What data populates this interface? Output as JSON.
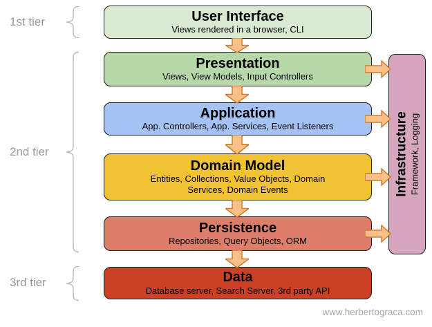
{
  "tiers": [
    {
      "label": "1st tier"
    },
    {
      "label": "2nd tier"
    },
    {
      "label": "3rd tier"
    }
  ],
  "layers": [
    {
      "title": "User Interface",
      "subtitle": "Views rendered in a browser, CLI",
      "fill": "#d9ead3"
    },
    {
      "title": "Presentation",
      "subtitle": "Views, View Models, Input Controllers",
      "fill": "#b6d7a8"
    },
    {
      "title": "Application",
      "subtitle": "App. Controllers, App. Services, Event Listeners",
      "fill": "#a4c2f4"
    },
    {
      "title": "Domain Model",
      "subtitle": "Entities, Collections, Value Objects, Domain Services, Domain Events",
      "fill": "#f1c232"
    },
    {
      "title": "Persistence",
      "subtitle": "Repositories, Query Objects, ORM",
      "fill": "#dd7e6b"
    },
    {
      "title": "Data",
      "subtitle": "Database server, Search Server, 3rd party API",
      "fill": "#cc4125"
    }
  ],
  "infrastructure": {
    "title": "Infrastructure",
    "subtitle": "Framework, Logging",
    "fill": "#d5a6bd"
  },
  "watermark": {
    "text": "www.herbertograca.com"
  },
  "colors": {
    "arrow_fill": "#f9c089",
    "arrow_stroke": "#cf7d2e",
    "box_border": "#1c1c1c",
    "tier_text": "#999999",
    "brace_stroke": "#b3b3b3",
    "watermark_text": "#a6a6a6"
  }
}
